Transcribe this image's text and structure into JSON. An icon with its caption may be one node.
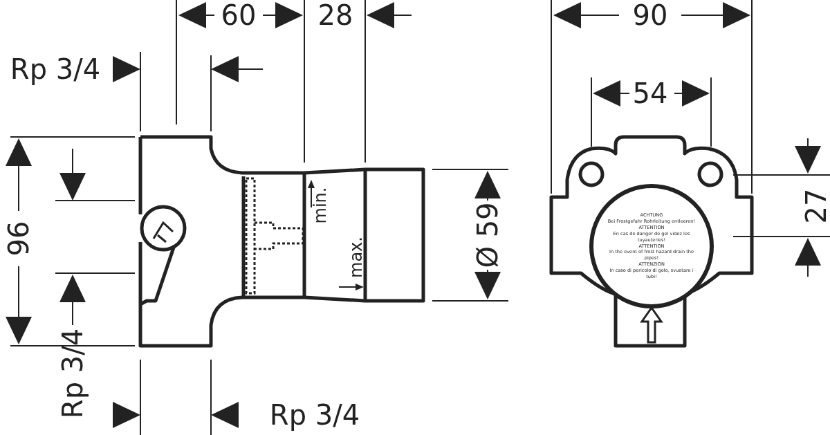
{
  "diagram": {
    "nodes": [
      {
        "text": [
          "ACHTUNG",
          "Bei Frostgefahr Rohrleitung entleeren!",
          "ATTENTION",
          "En cas de danger de gel videz les tuyauteries!",
          "ATTENTION",
          "In the event of frost hazard drain the pipes!",
          "ATTENZION",
          "In caso di pericolo di gelo, svuotare i tubi!"
        ]
      }
    ],
    "edges": [],
    "labels": [
      "60",
      "28",
      "90",
      "Rp 3/4",
      "54",
      "96",
      "min.",
      "Ø 59",
      "27",
      "max.",
      "Rp 3/4",
      "Rp 3/4"
    ]
  }
}
